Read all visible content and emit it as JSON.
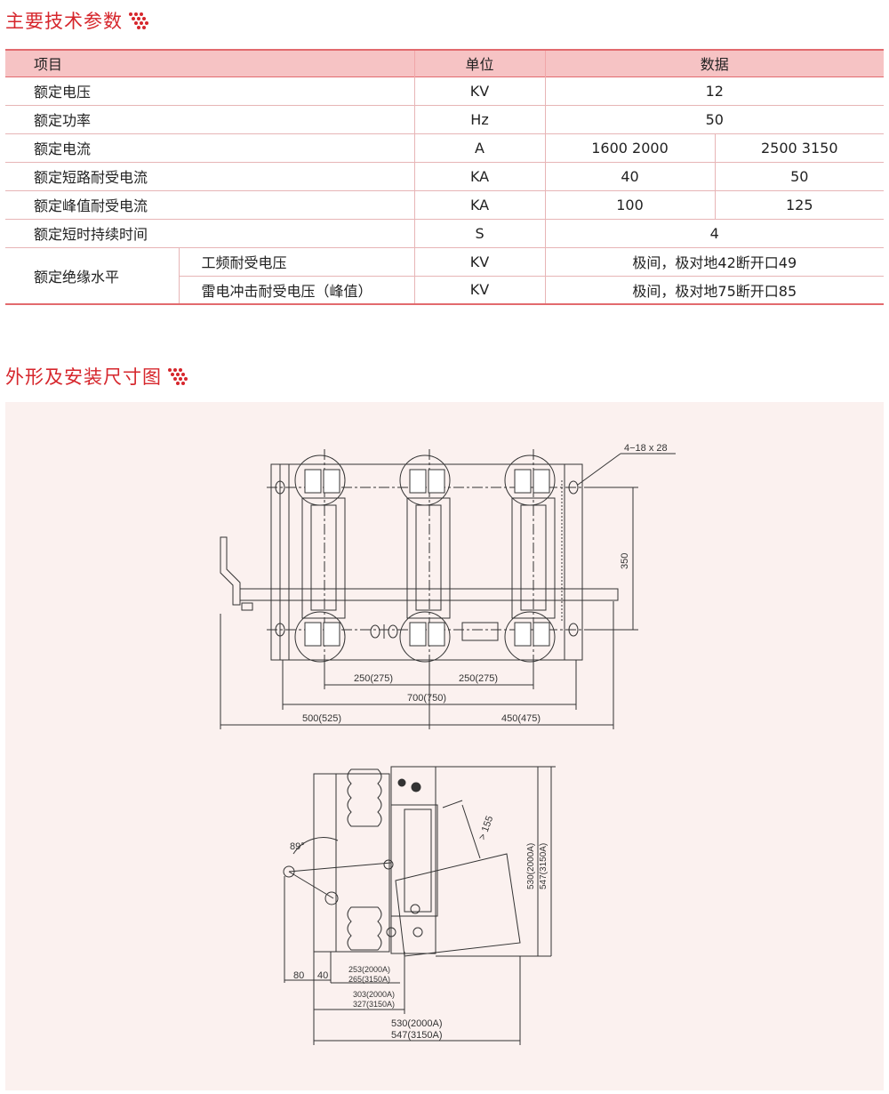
{
  "section1_title": "主要技术参数",
  "section2_title": "外形及安装尺寸图",
  "table": {
    "headers": [
      "项目",
      "单位",
      "数据"
    ],
    "rows": [
      {
        "item": "额定电压",
        "unit": "KV",
        "value": "12"
      },
      {
        "item": "额定功率",
        "unit": "Hz",
        "value": "50"
      },
      {
        "item": "额定电流",
        "unit": "A",
        "value_a": "1600  2000",
        "value_b": "2500  3150"
      },
      {
        "item": "额定短路耐受电流",
        "unit": "KA",
        "value_a": "40",
        "value_b": "50"
      },
      {
        "item": "额定峰值耐受电流",
        "unit": "KA",
        "value_a": "100",
        "value_b": "125"
      },
      {
        "item": "额定短时持续时间",
        "unit": "S",
        "value": "4"
      }
    ],
    "insulation": {
      "item": "额定绝缘水平",
      "sub_rows": [
        {
          "sub": "工频耐受电压",
          "unit": "KV",
          "value": "极间，极对地42断开口49"
        },
        {
          "sub": "雷电冲击耐受电压（峰值）",
          "unit": "KV",
          "value": "极间，极对地75断开口85"
        }
      ]
    }
  },
  "drawing": {
    "hole_spec": "4−18 x 28",
    "dim_350": "350",
    "dim_250a": "250(275)",
    "dim_250b": "250(275)",
    "dim_700": "700(750)",
    "dim_500": "500(525)",
    "dim_450": "450(475)",
    "angle": "89°",
    "dim_155": "> 155",
    "dim_530v": "530(2000A)",
    "dim_547v": "547(3150A)",
    "dim_80": "80",
    "dim_40": "40",
    "dim_253": "253(2000A)",
    "dim_265": "265(3150A)",
    "dim_303": "303(2000A)",
    "dim_327": "327(3150A)",
    "dim_530h": "530(2000A)",
    "dim_547h": "547(3150A)"
  }
}
